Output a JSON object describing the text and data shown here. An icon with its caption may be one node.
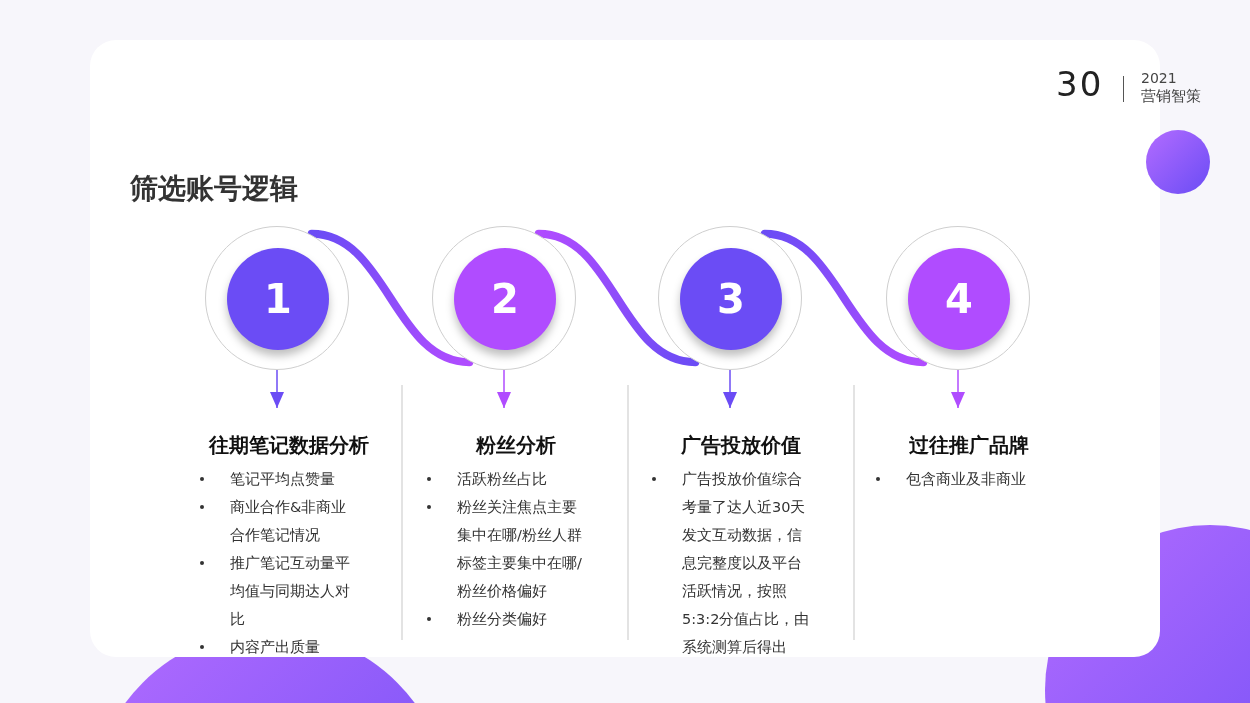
{
  "diagram": {
    "title": "筛选账号逻辑",
    "nodes": [
      {
        "text": [
          "1"
        ]
      },
      {
        "text": [
          "2"
        ]
      },
      {
        "text": [
          "3"
        ]
      },
      {
        "text": [
          "4"
        ]
      },
      {
        "text": [
          "往期笔记数据分析",
          "笔记平均点赞量",
          "商业合作&非商业合作笔记情况",
          "推广笔记互动量平均值与同期达人对比",
          "内容产出质量"
        ]
      },
      {
        "text": [
          "粉丝分析",
          "活跃粉丝占比",
          "粉丝关注焦点主要集中在哪/粉丝人群标签主要集中在哪/粉丝价格偏好",
          "粉丝分类偏好"
        ]
      },
      {
        "text": [
          "广告投放价值",
          "广告投放价值综合考量了达人近30天发文互动数据，信息完整度以及平台活跃情况，按照5:3:2分值占比，由系统测算后得出"
        ]
      },
      {
        "text": [
          "过往推广品牌",
          "包含商业及非商业"
        ]
      }
    ],
    "edges": [
      {
        "from": 0,
        "to": 1,
        "arrow": "none"
      },
      {
        "from": 1,
        "to": 2,
        "arrow": "none"
      },
      {
        "from": 2,
        "to": 3,
        "arrow": "none"
      },
      {
        "from": 0,
        "to": 4,
        "arrow": "to"
      },
      {
        "from": 1,
        "to": 5,
        "arrow": "to"
      },
      {
        "from": 2,
        "to": 6,
        "arrow": "to"
      },
      {
        "from": 3,
        "to": 7,
        "arrow": "to"
      }
    ],
    "labels": [
      "30",
      "2021",
      "营销智策"
    ]
  }
}
